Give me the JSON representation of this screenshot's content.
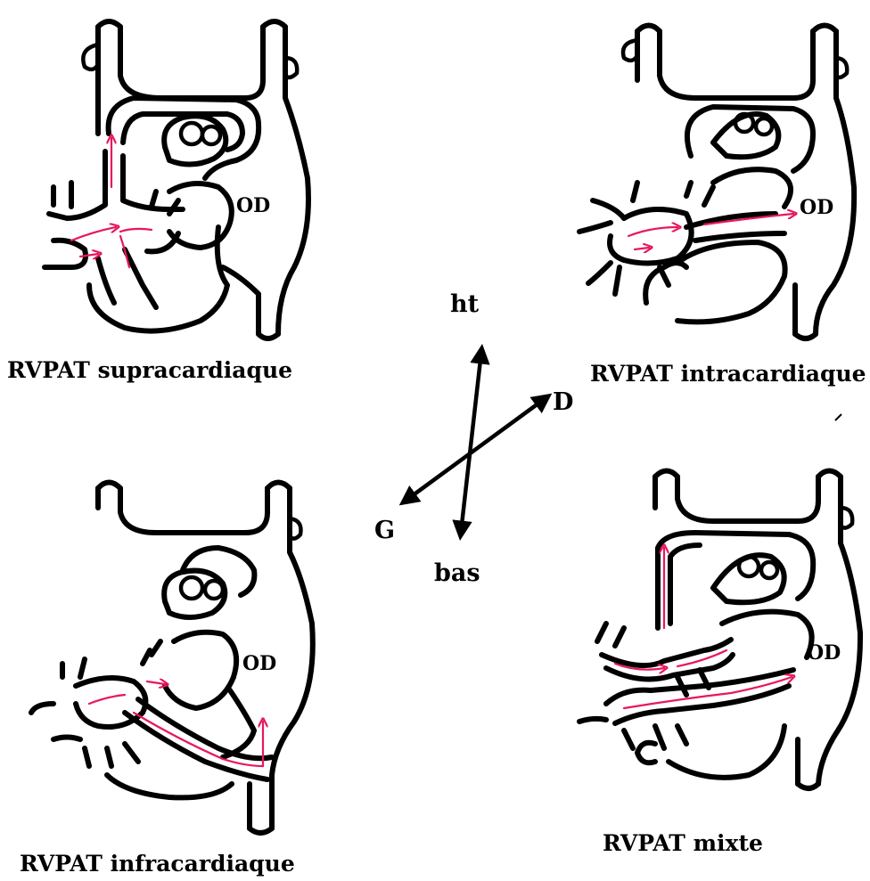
{
  "colors": {
    "ink": "#000000",
    "flow": "#e8175d",
    "background": "#ffffff"
  },
  "panels": [
    {
      "caption": "RVPAT supracardiaque",
      "atrium_label": "OD"
    },
    {
      "caption": "RVPAT intracardiaque",
      "atrium_label": "OD"
    },
    {
      "caption": "RVPAT infracardiaque",
      "atrium_label": "OD"
    },
    {
      "caption": "RVPAT mixte",
      "atrium_label": "OD"
    }
  ],
  "orientation": {
    "up": "ht",
    "down": "bas",
    "right": "D",
    "left": "G"
  }
}
